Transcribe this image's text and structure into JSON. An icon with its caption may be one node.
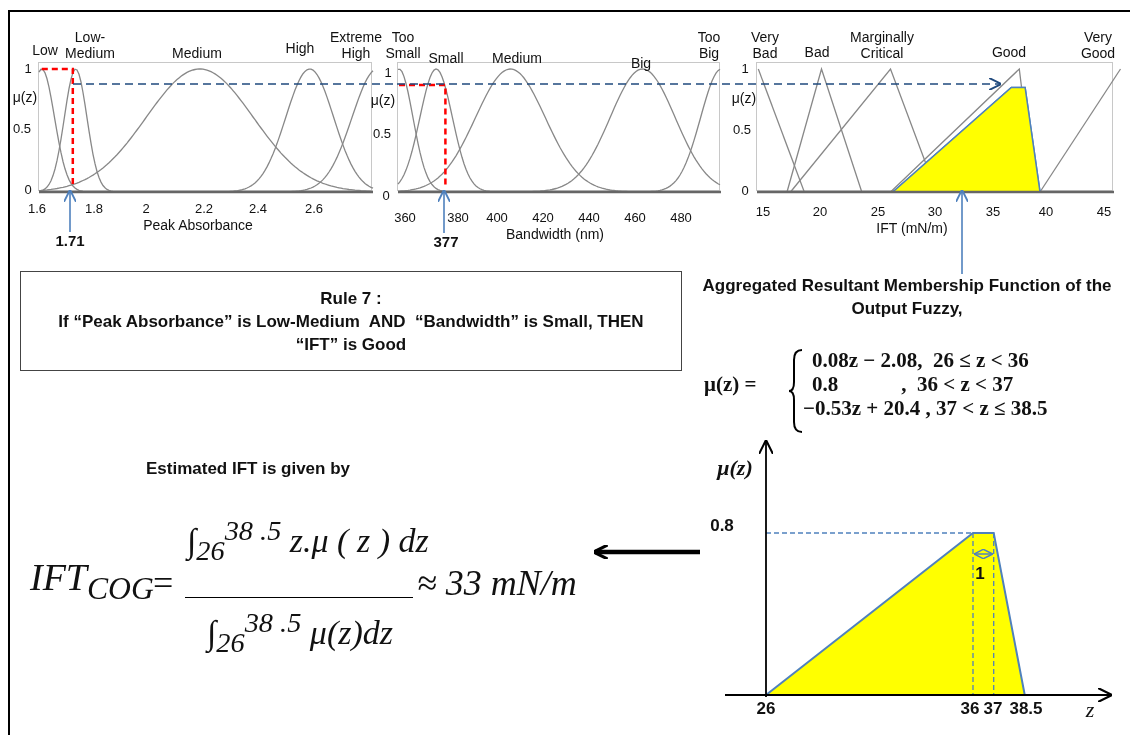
{
  "diagram": {
    "nodes": [
      {
        "text": [],
        "shape": "picture"
      },
      {
        "text": [],
        "shape": "picture"
      },
      {
        "text": [],
        "shape": "picture"
      },
      {
        "text": [
          "1.71"
        ]
      },
      {
        "text": [
          "377"
        ]
      },
      {
        "text": [
          "Rule 7 :",
          "If “Peak Absorbance” is Low-Medium  AND  “Bandwidth” is Small, THEN  “IFT” is Good"
        ]
      },
      {
        "text": [
          "Aggregated Resultant Membership Function of the Output Fuzzy,"
        ]
      },
      {
        "text": [
          "IFT$_{COG}$",
          "=",
          "∫$_{26}$$^{38 .5}$ z.μ ( z ) dz",
          "∫$_{26}$$^{38 .5}$ μ(z)dz",
          "≈ 33 mN/m"
        ]
      },
      {
        "text": [],
        "shape": "picture"
      }
    ],
    "edges": [
      {
        "from": 0,
        "to": 1,
        "arrow": "none",
        "style": "dashed",
        "color": "#1f497d"
      },
      {
        "from": 1,
        "to": 2,
        "arrow": "to",
        "style": "dashed",
        "color": "#1f497d"
      },
      {
        "from": 3,
        "to": 0,
        "arrow": "to"
      },
      {
        "from": 4,
        "to": 1,
        "arrow": "to"
      },
      {
        "from": 6,
        "to": 2,
        "arrow": "to"
      },
      {
        "from": 8,
        "to": 7,
        "arrow": "to",
        "style": "thick",
        "color": "#000000"
      }
    ],
    "labels": [
      "Low",
      "Low- Medium",
      "Medium",
      "High",
      "Extreme High",
      "1",
      "μ(z)",
      "0.5",
      "0",
      "1.6",
      "1.8",
      "2",
      "2.2",
      "2.4",
      "2.6",
      "Peak Absorbance",
      "Too Small",
      "Small",
      "Medium",
      "Big",
      "Too Big",
      "1",
      "μ(z)",
      "0.5",
      "0",
      "360",
      "380",
      "400",
      "420",
      "440",
      "460",
      "480",
      "Bandwidth (nm)",
      "Very Bad",
      "Bad",
      "Marginally Critical",
      "Good",
      "Very Good",
      "1",
      "μ(z)",
      "0.5",
      "0",
      "15",
      "20",
      "25",
      "30",
      "35",
      "40",
      "45",
      "IFT (mN/m)",
      "μ(z) =",
      "0.08z − 2.08,  26 ≤ z < 36",
      "0.8            ,  36 < z < 37",
      "−0.53z + 20.4 , 37 < z ≤ 38.5",
      "Estimated IFT is given by",
      "μ(z)",
      "0.8",
      "1",
      "26",
      "36",
      "37",
      "38.5",
      "z"
    ]
  }
}
